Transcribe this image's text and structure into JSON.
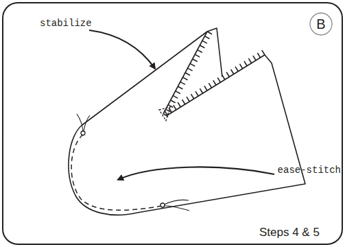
{
  "diagram": {
    "nodes": [
      {
        "text": [
          "B"
        ]
      }
    ],
    "labels": [
      "stabilize",
      "ease-stitch",
      "Steps 4 & 5"
    ]
  }
}
